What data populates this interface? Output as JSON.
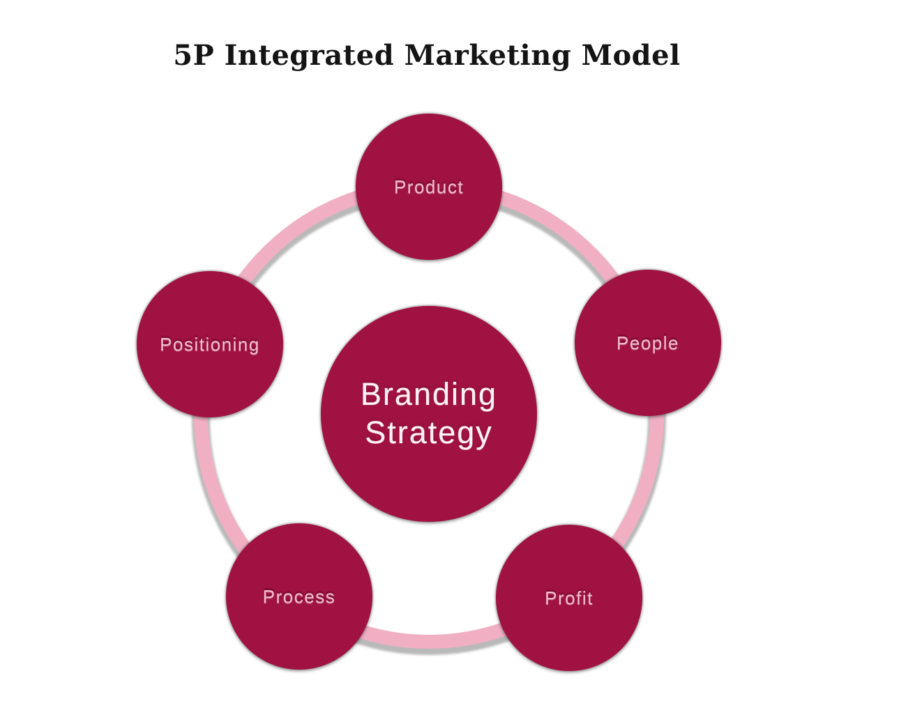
{
  "title": "5P Integrated Marketing Model",
  "diagram": {
    "type": "hub-and-spoke cycle (5 satellite circles on a ring around a central hub)",
    "center": {
      "label_line1": "Branding",
      "label_line2": "Strategy"
    },
    "nodes": [
      {
        "id": "product",
        "label": "Product",
        "position": "top"
      },
      {
        "id": "people",
        "label": "People",
        "position": "right"
      },
      {
        "id": "profit",
        "label": "Profit",
        "position": "bottom-right"
      },
      {
        "id": "process",
        "label": "Process",
        "position": "bottom-left"
      },
      {
        "id": "positioning",
        "label": "Positioning",
        "position": "left"
      }
    ],
    "colors": {
      "circle_fill": "#A01241",
      "ring": "#F1AFC4",
      "ring_shadow": "#B9B9B9",
      "node_label_text": "#F6BCD1",
      "center_label_text": "#FFF1F6",
      "title_text": "#141414",
      "background": "#FFFFFF"
    }
  }
}
